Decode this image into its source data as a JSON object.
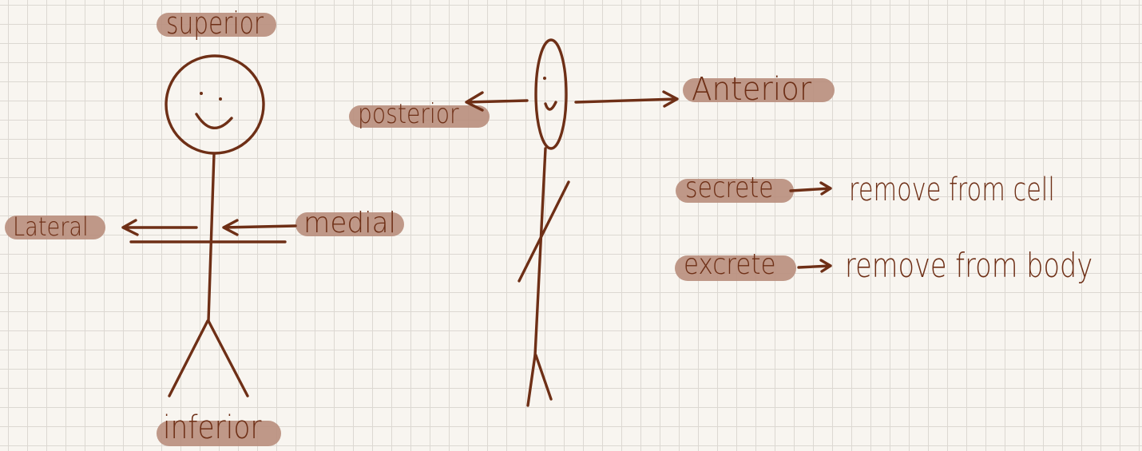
{
  "diagram": {
    "labels": {
      "superior": "superior",
      "inferior": "inferior",
      "lateral": "Lateral",
      "medial": "medial",
      "posterior": "posterior",
      "anterior": "Anterior"
    },
    "definitions": [
      {
        "term": "secrete",
        "meaning": "remove from cell"
      },
      {
        "term": "excrete",
        "meaning": "remove from body"
      }
    ]
  },
  "colors": {
    "ink": "#6e2f16",
    "highlight": "#b88e7c",
    "paper": "#f8f5f0",
    "grid": "#dcd8d2"
  }
}
